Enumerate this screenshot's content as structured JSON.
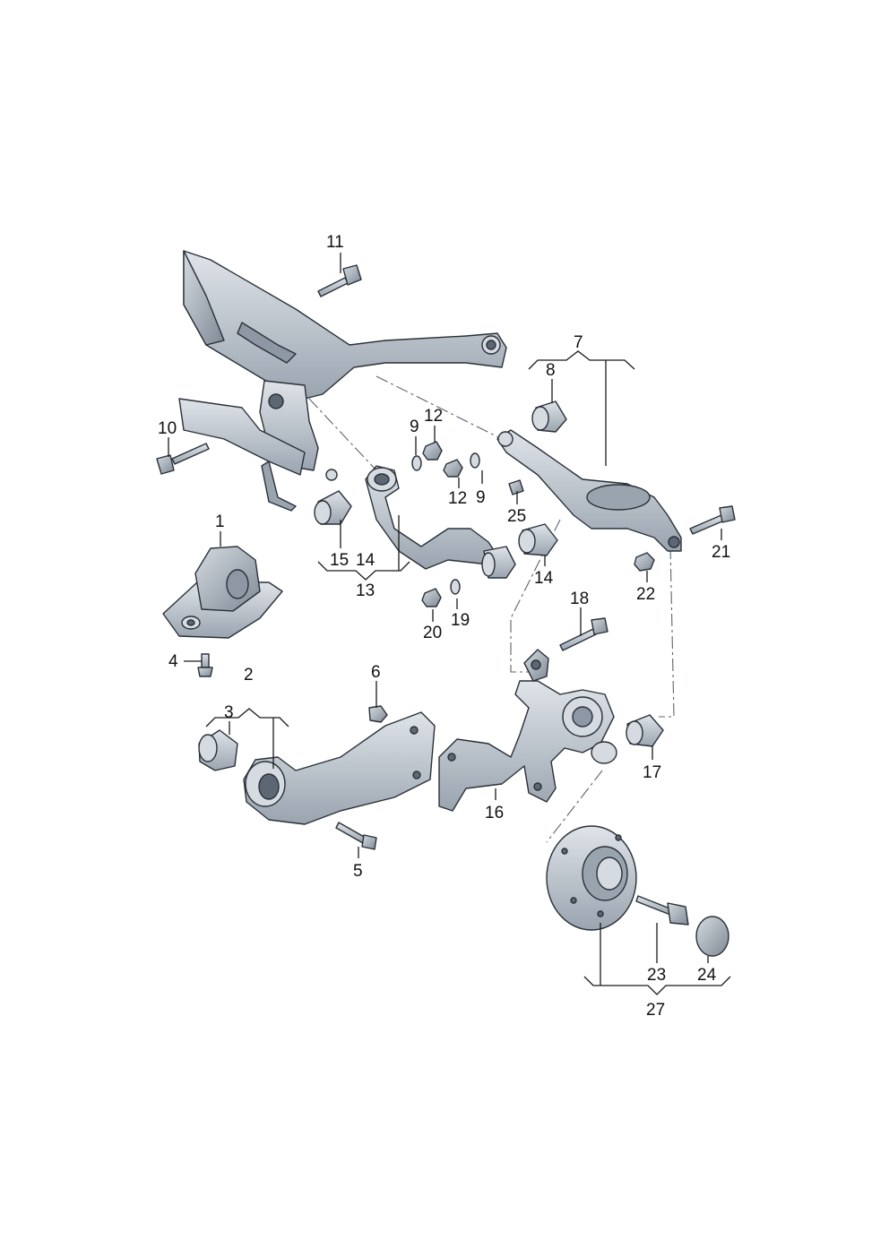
{
  "colors": {
    "part_fill": "#c7ced6",
    "part_shade": "#8e98a4",
    "part_dark": "#5d6773",
    "label": "#111111"
  },
  "labels": {
    "l1": "1",
    "l2": "2",
    "l3": "3",
    "l4": "4",
    "l5": "5",
    "l6": "6",
    "l7": "7",
    "l8": "8",
    "l9a": "9",
    "l9b": "9",
    "l10": "10",
    "l11": "11",
    "l12a": "12",
    "l12b": "12",
    "l13": "13",
    "l14a": "14",
    "l14b": "14",
    "l15": "15",
    "l16": "16",
    "l17": "17",
    "l18": "18",
    "l19": "19",
    "l20": "20",
    "l21": "21",
    "l22": "22",
    "l23": "23",
    "l24": "24",
    "l25": "25",
    "l27": "27"
  }
}
